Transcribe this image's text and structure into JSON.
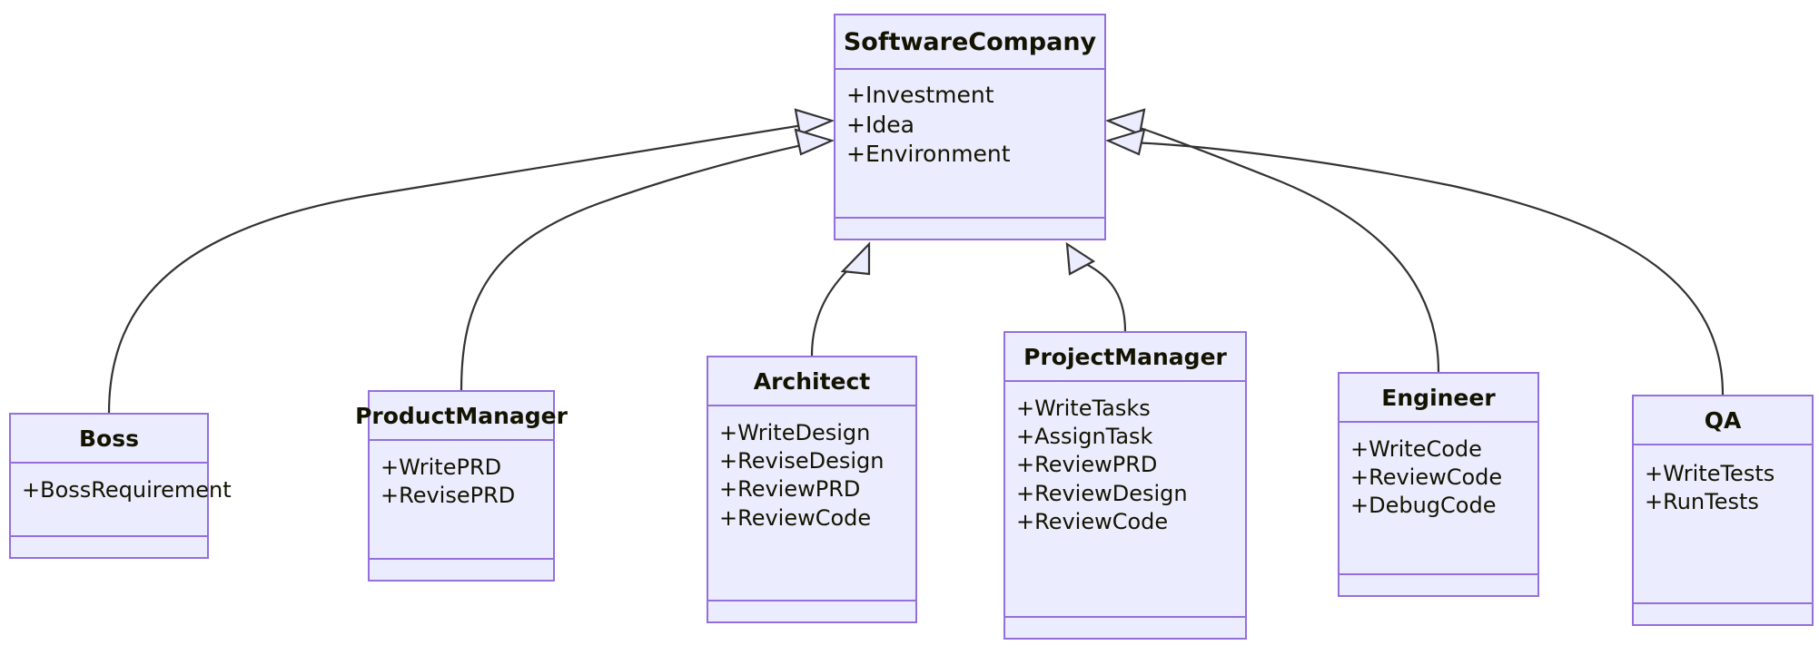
{
  "diagram": {
    "type": "uml-class-diagram",
    "relationship": "generalization",
    "colors": {
      "node_fill": "#ECECFF",
      "node_border": "#9370DB",
      "text": "#131300",
      "edge": "#333333",
      "background": "#FFFFFF"
    },
    "classes": [
      {
        "id": "softwarecompany",
        "name": "SoftwareCompany",
        "attributes": [
          "+Investment",
          "+Idea",
          "+Environment"
        ],
        "methods": []
      },
      {
        "id": "boss",
        "name": "Boss",
        "attributes": [
          "+BossRequirement"
        ],
        "methods": []
      },
      {
        "id": "productmanager",
        "name": "ProductManager",
        "attributes": [
          "+WritePRD",
          "+RevisePRD"
        ],
        "methods": []
      },
      {
        "id": "architect",
        "name": "Architect",
        "attributes": [
          "+WriteDesign",
          "+ReviseDesign",
          "+ReviewPRD",
          "+ReviewCode"
        ],
        "methods": []
      },
      {
        "id": "projectmanager",
        "name": "ProjectManager",
        "attributes": [
          "+WriteTasks",
          "+AssignTask",
          "+ReviewPRD",
          "+ReviewDesign",
          "+ReviewCode"
        ],
        "methods": []
      },
      {
        "id": "engineer",
        "name": "Engineer",
        "attributes": [
          "+WriteCode",
          "+ReviewCode",
          "+DebugCode"
        ],
        "methods": []
      },
      {
        "id": "qa",
        "name": "QA",
        "attributes": [
          "+WriteTests",
          "+RunTests"
        ],
        "methods": []
      }
    ],
    "edges": [
      {
        "from": "boss",
        "to": "softwarecompany",
        "kind": "inheritance"
      },
      {
        "from": "productmanager",
        "to": "softwarecompany",
        "kind": "inheritance"
      },
      {
        "from": "architect",
        "to": "softwarecompany",
        "kind": "inheritance"
      },
      {
        "from": "projectmanager",
        "to": "softwarecompany",
        "kind": "inheritance"
      },
      {
        "from": "engineer",
        "to": "softwarecompany",
        "kind": "inheritance"
      },
      {
        "from": "qa",
        "to": "softwarecompany",
        "kind": "inheritance"
      }
    ]
  }
}
